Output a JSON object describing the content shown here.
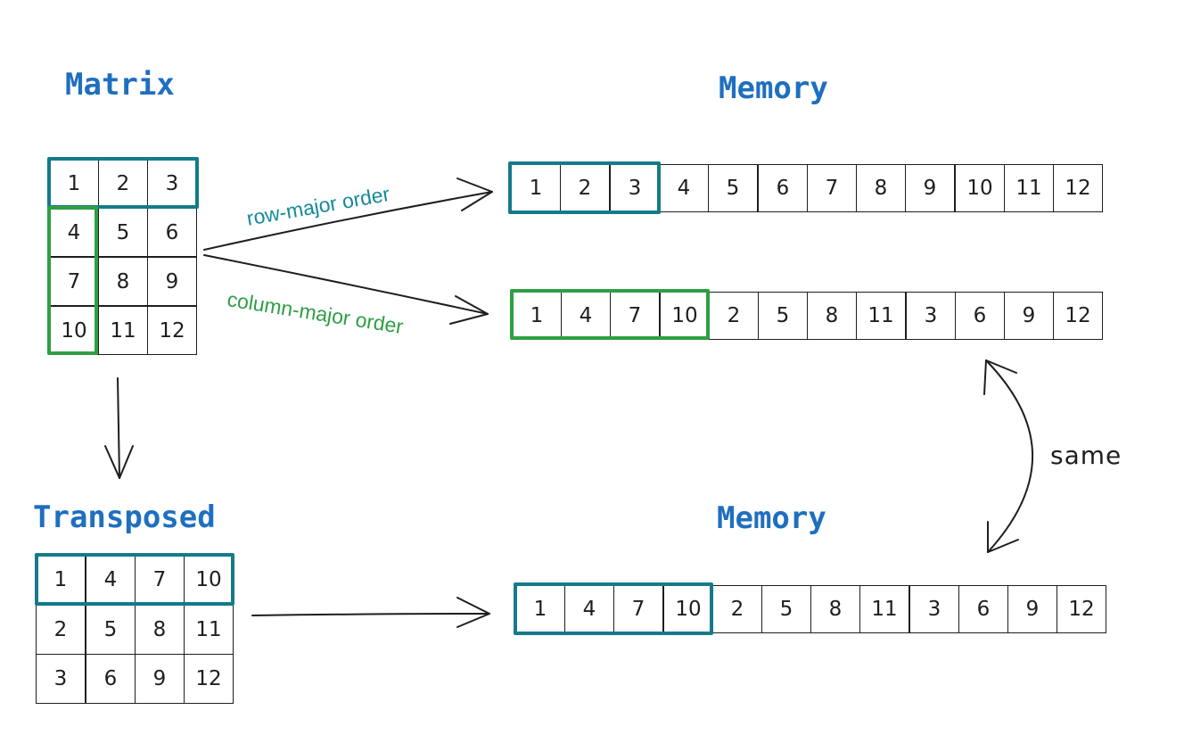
{
  "titles": {
    "matrix": "Matrix",
    "memory_top": "Memory",
    "transposed": "Transposed",
    "memory_bottom": "Memory"
  },
  "labels": {
    "row_major": "row-major order",
    "column_major": "column-major order",
    "same": "same"
  },
  "colors": {
    "title": "#1f6fbf",
    "row_highlight": "#157a8a",
    "column_highlight": "#2f9e44",
    "row_label": "#138a9a",
    "column_label": "#2f9e44",
    "stroke": "#1e1e1e"
  },
  "matrix": {
    "rows": [
      [
        "1",
        "2",
        "3"
      ],
      [
        "4",
        "5",
        "6"
      ],
      [
        "7",
        "8",
        "9"
      ],
      [
        "10",
        "11",
        "12"
      ]
    ]
  },
  "transposed": {
    "rows": [
      [
        "1",
        "4",
        "7",
        "10"
      ],
      [
        "2",
        "5",
        "8",
        "11"
      ],
      [
        "3",
        "6",
        "9",
        "12"
      ]
    ]
  },
  "memory_row_major": [
    "1",
    "2",
    "3",
    "4",
    "5",
    "6",
    "7",
    "8",
    "9",
    "10",
    "11",
    "12"
  ],
  "memory_column_major": [
    "1",
    "4",
    "7",
    "10",
    "2",
    "5",
    "8",
    "11",
    "3",
    "6",
    "9",
    "12"
  ],
  "memory_transposed": [
    "1",
    "4",
    "7",
    "10",
    "2",
    "5",
    "8",
    "11",
    "3",
    "6",
    "9",
    "12"
  ]
}
